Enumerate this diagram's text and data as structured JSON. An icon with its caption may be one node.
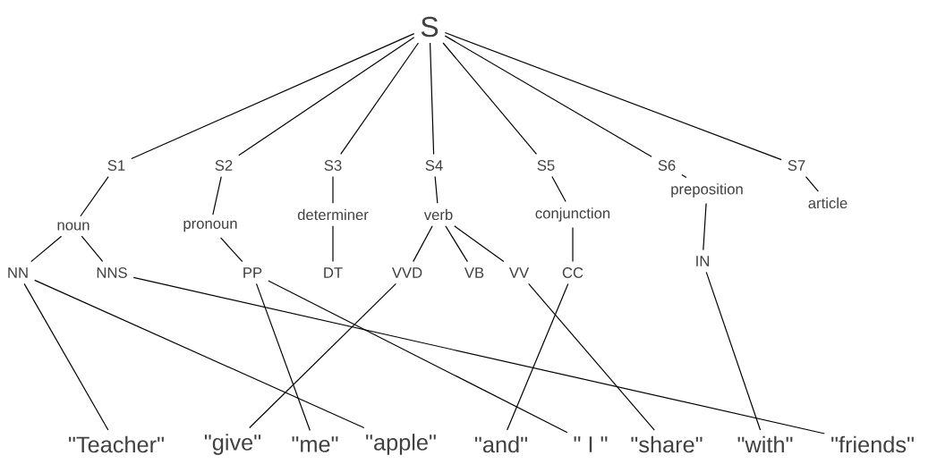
{
  "diagram": {
    "nodes": [
      {
        "text": [
          "S"
        ]
      },
      {
        "text": [
          "S1"
        ]
      },
      {
        "text": [
          "S2"
        ]
      },
      {
        "text": [
          "S3"
        ]
      },
      {
        "text": [
          "S4"
        ]
      },
      {
        "text": [
          "S5"
        ]
      },
      {
        "text": [
          "S6"
        ]
      },
      {
        "text": [
          "S7"
        ]
      },
      {
        "text": [
          "noun"
        ]
      },
      {
        "text": [
          "pronoun"
        ]
      },
      {
        "text": [
          "determiner"
        ]
      },
      {
        "text": [
          "verb"
        ]
      },
      {
        "text": [
          "conjunction"
        ]
      },
      {
        "text": [
          "preposition"
        ]
      },
      {
        "text": [
          "article"
        ]
      },
      {
        "text": [
          "NN"
        ]
      },
      {
        "text": [
          "NNS"
        ]
      },
      {
        "text": [
          "PP"
        ]
      },
      {
        "text": [
          "DT"
        ]
      },
      {
        "text": [
          "VVD"
        ]
      },
      {
        "text": [
          "VB"
        ]
      },
      {
        "text": [
          "VV"
        ]
      },
      {
        "text": [
          "CC"
        ]
      },
      {
        "text": [
          "IN"
        ]
      },
      {
        "text": [
          "\"Teacher\""
        ]
      },
      {
        "text": [
          "\"give\""
        ]
      },
      {
        "text": [
          "\"me\""
        ]
      },
      {
        "text": [
          "\"apple\""
        ]
      },
      {
        "text": [
          "\"and\""
        ]
      },
      {
        "text": [
          "\" I \""
        ]
      },
      {
        "text": [
          "\"share\""
        ]
      },
      {
        "text": [
          "\"with\""
        ]
      },
      {
        "text": [
          "\"friends\""
        ]
      }
    ],
    "edges": [
      {
        "from": 0,
        "to": 1,
        "arrow": "none"
      },
      {
        "from": 0,
        "to": 2,
        "arrow": "none"
      },
      {
        "from": 0,
        "to": 3,
        "arrow": "none"
      },
      {
        "from": 0,
        "to": 4,
        "arrow": "none"
      },
      {
        "from": 0,
        "to": 5,
        "arrow": "none"
      },
      {
        "from": 0,
        "to": 6,
        "arrow": "none"
      },
      {
        "from": 0,
        "to": 7,
        "arrow": "none"
      },
      {
        "from": 1,
        "to": 8,
        "arrow": "none"
      },
      {
        "from": 2,
        "to": 9,
        "arrow": "none"
      },
      {
        "from": 3,
        "to": 10,
        "arrow": "none"
      },
      {
        "from": 4,
        "to": 11,
        "arrow": "none"
      },
      {
        "from": 5,
        "to": 12,
        "arrow": "none"
      },
      {
        "from": 6,
        "to": 13,
        "arrow": "none"
      },
      {
        "from": 7,
        "to": 14,
        "arrow": "none"
      },
      {
        "from": 8,
        "to": 15,
        "arrow": "none"
      },
      {
        "from": 8,
        "to": 16,
        "arrow": "none"
      },
      {
        "from": 9,
        "to": 17,
        "arrow": "none"
      },
      {
        "from": 10,
        "to": 18,
        "arrow": "none"
      },
      {
        "from": 11,
        "to": 19,
        "arrow": "none"
      },
      {
        "from": 11,
        "to": 20,
        "arrow": "none"
      },
      {
        "from": 11,
        "to": 21,
        "arrow": "none"
      },
      {
        "from": 12,
        "to": 22,
        "arrow": "none"
      },
      {
        "from": 13,
        "to": 23,
        "arrow": "none"
      },
      {
        "from": 15,
        "to": 24,
        "arrow": "none"
      },
      {
        "from": 15,
        "to": 27,
        "arrow": "none"
      },
      {
        "from": 16,
        "to": 32,
        "arrow": "none"
      },
      {
        "from": 17,
        "to": 26,
        "arrow": "none"
      },
      {
        "from": 17,
        "to": 29,
        "arrow": "none"
      },
      {
        "from": 19,
        "to": 25,
        "arrow": "none"
      },
      {
        "from": 21,
        "to": 30,
        "arrow": "none"
      },
      {
        "from": 22,
        "to": 28,
        "arrow": "none"
      },
      {
        "from": 23,
        "to": 31,
        "arrow": "none"
      }
    ]
  }
}
